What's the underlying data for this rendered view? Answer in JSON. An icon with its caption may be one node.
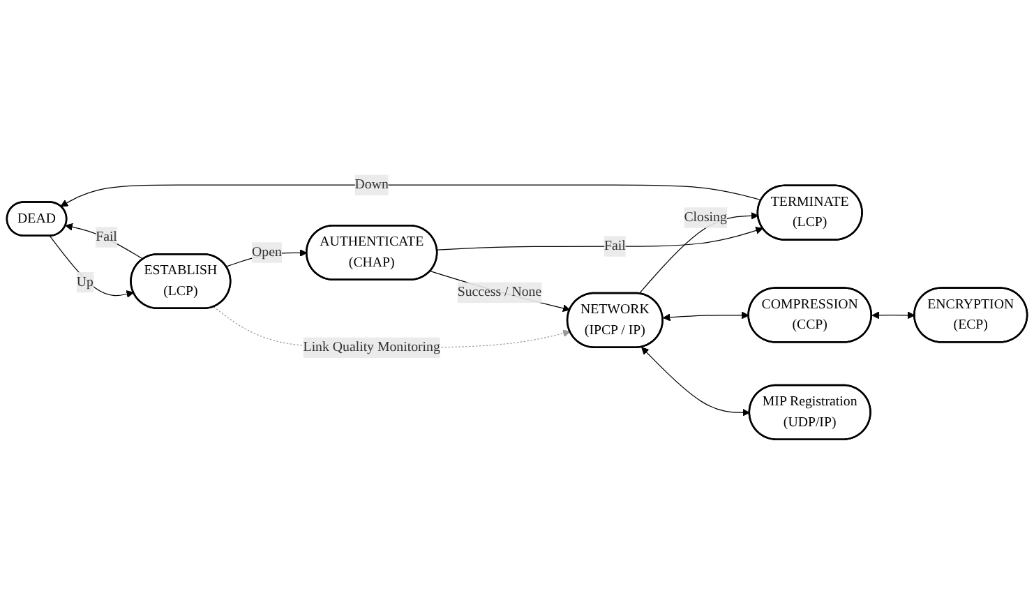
{
  "diagram": {
    "nodes": [
      {
        "text": [
          "DEAD"
        ]
      },
      {
        "text": [
          "ESTABLISH",
          "(LCP)"
        ]
      },
      {
        "text": [
          "AUTHENTICATE",
          "(CHAP)"
        ]
      },
      {
        "text": [
          "TERMINATE",
          "(LCP)"
        ]
      },
      {
        "text": [
          "NETWORK",
          "(IPCP / IP)"
        ]
      },
      {
        "text": [
          "COMPRESSION",
          "(CCP)"
        ]
      },
      {
        "text": [
          "MIP Registration",
          "(UDP/IP)"
        ]
      },
      {
        "text": [
          "ENCRYPTION",
          "(ECP)"
        ]
      }
    ],
    "edges": [
      {
        "from": 0,
        "to": 1,
        "arrow": "to",
        "label": "Up"
      },
      {
        "from": 1,
        "to": 2,
        "arrow": "to",
        "label": "Open"
      },
      {
        "from": 1,
        "to": 0,
        "arrow": "to",
        "label": "Fail"
      },
      {
        "from": 2,
        "to": 3,
        "arrow": "to",
        "label": "Fail"
      },
      {
        "from": 1,
        "to": 4,
        "arrow": "to",
        "label": "Link Quality Monitoring",
        "style": "dashed",
        "color": "#999999"
      },
      {
        "from": 2,
        "to": 4,
        "arrow": "to",
        "label": "Success / None"
      },
      {
        "from": 3,
        "to": 0,
        "arrow": "to",
        "label": "Down"
      },
      {
        "from": 4,
        "to": 3,
        "arrow": "to",
        "label": "Closing"
      },
      {
        "from": 4,
        "to": 5,
        "arrow": "both"
      },
      {
        "from": 4,
        "to": 6,
        "arrow": "both"
      },
      {
        "from": 5,
        "to": 7,
        "arrow": "both"
      }
    ]
  }
}
